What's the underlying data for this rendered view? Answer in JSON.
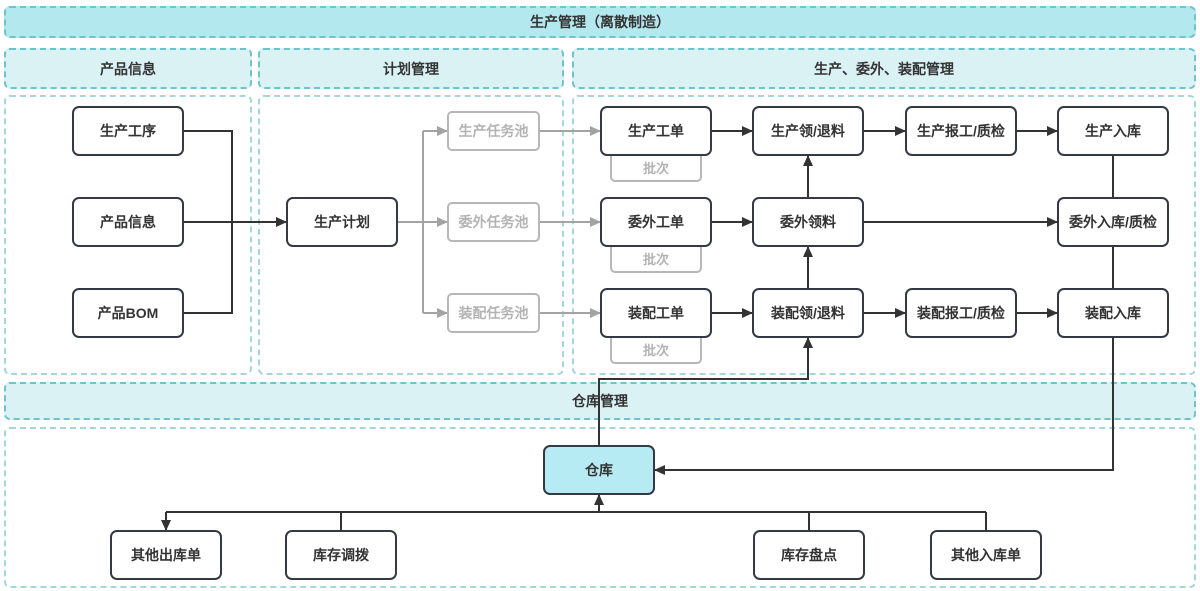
{
  "banner": {
    "title": "生产管理（离散制造）"
  },
  "sections": {
    "product": {
      "title": "产品信息"
    },
    "plan": {
      "title": "计划管理"
    },
    "production": {
      "title": "生产、委外、装配管理"
    },
    "warehouse": {
      "title": "仓库管理"
    }
  },
  "nodes": {
    "prod_process": "生产工序",
    "prod_info": "产品信息",
    "prod_bom": "产品BOM",
    "prod_plan": "生产计划",
    "pool_production": "生产任务池",
    "pool_outsource": "委外任务池",
    "pool_assembly": "装配任务池",
    "wo_production": "生产工单",
    "wo_outsource": "委外工单",
    "wo_assembly": "装配工单",
    "batch": "批次",
    "material_production": "生产领/退料",
    "material_outsource": "委外领料",
    "material_assembly": "装配领/退料",
    "report_production": "生产报工/质检",
    "report_assembly": "装配报工/质检",
    "inbound_production": "生产入库",
    "inbound_outsource": "委外入库/质检",
    "inbound_assembly": "装配入库",
    "warehouse": "仓库",
    "other_outbound": "其他出库单",
    "inventory_transfer": "库存调拨",
    "inventory_count": "库存盘点",
    "other_inbound": "其他入库单"
  },
  "colors": {
    "banner_fill": "#b3e8ee",
    "header_fill": "#dbf2f5",
    "header_dash": "#6fc3cb",
    "body_dash": "#a5d6db",
    "warehouse_fill": "#b6ebf3",
    "node_border": "#333a44",
    "text_dark": "#333333",
    "gray_border": "#b7b7b7",
    "gray_text": "#b3b3b3",
    "line_dark": "#333333",
    "line_gray": "#a3a3a3"
  }
}
